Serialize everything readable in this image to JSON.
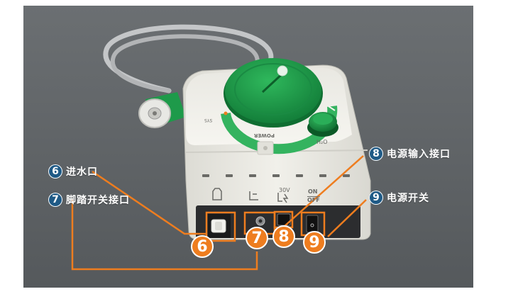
{
  "callouts": [
    {
      "number": "6",
      "label": "进水口"
    },
    {
      "number": "7",
      "label": "脚踏开关接口"
    },
    {
      "number": "8",
      "label": "电源输入接口"
    },
    {
      "number": "9",
      "label": "电源开关"
    }
  ],
  "device": {
    "panel_power": "POWER",
    "panel_h2o": "H₂O",
    "panel_sys": "SYS",
    "rear_voltage": "30V",
    "rear_on": "ON",
    "rear_off": "OFF"
  },
  "colors": {
    "background": "#5f6366",
    "body": "#ecebe4",
    "knob_green": "#1e9a4a",
    "accent_orange": "#ee7d1f",
    "badge_blue": "#1f5a86"
  }
}
